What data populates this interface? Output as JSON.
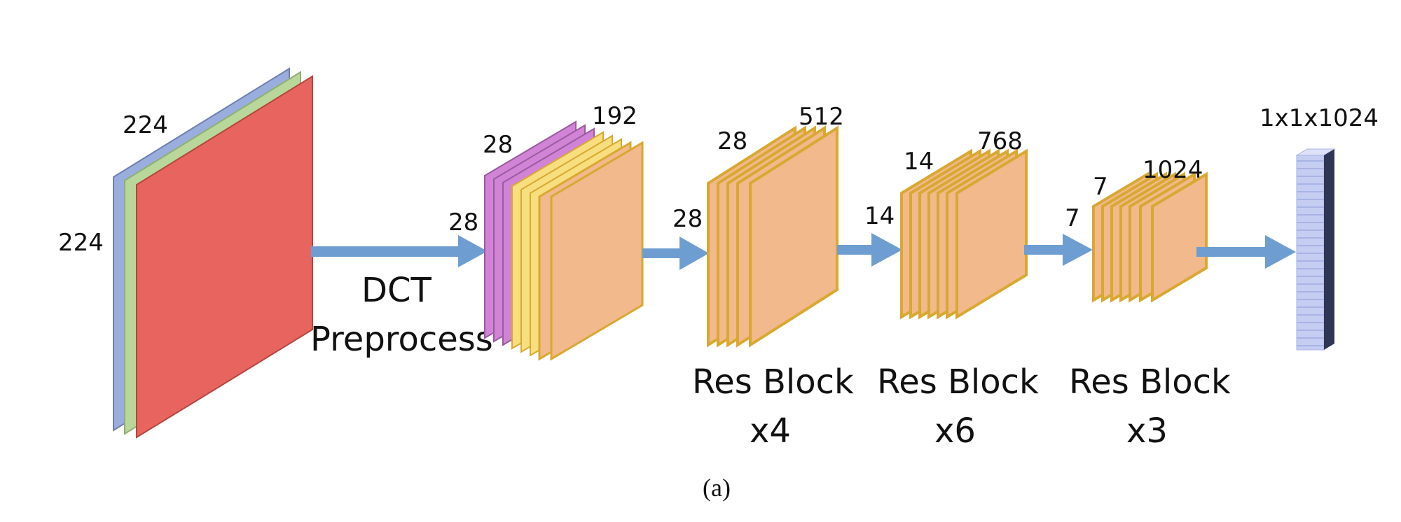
{
  "colors": {
    "red": "#E8655F",
    "blue": "#9AAEDD",
    "green": "#B9D79A",
    "purple": "#D184D6",
    "yellow": "#F7DE7F",
    "peach": "#F1B98C",
    "slab_edge": "#D9A830",
    "slab_top": "#E0B040",
    "arrow": "#6E9ED1",
    "vector_face": "#C5CDF2",
    "vector_side": "#2F3555"
  },
  "input": {
    "width": "224",
    "height": "224"
  },
  "dct": {
    "label_line1": "DCT",
    "label_line2": "Preprocess",
    "spatial": "28",
    "spatial_side": "28",
    "channels": "192"
  },
  "stage1": {
    "spatial": "28",
    "spatial_side": "28",
    "channels": "512",
    "label": "Res Block",
    "repeat": "x4"
  },
  "stage2": {
    "spatial": "14",
    "spatial_side": "14",
    "channels": "768",
    "label": "Res Block",
    "repeat": "x6"
  },
  "stage3": {
    "spatial": "7",
    "spatial_side": "7",
    "channels": "1024",
    "label": "Res Block",
    "repeat": "x3"
  },
  "output": {
    "shape": "1x1x1024"
  },
  "caption": "(a)"
}
